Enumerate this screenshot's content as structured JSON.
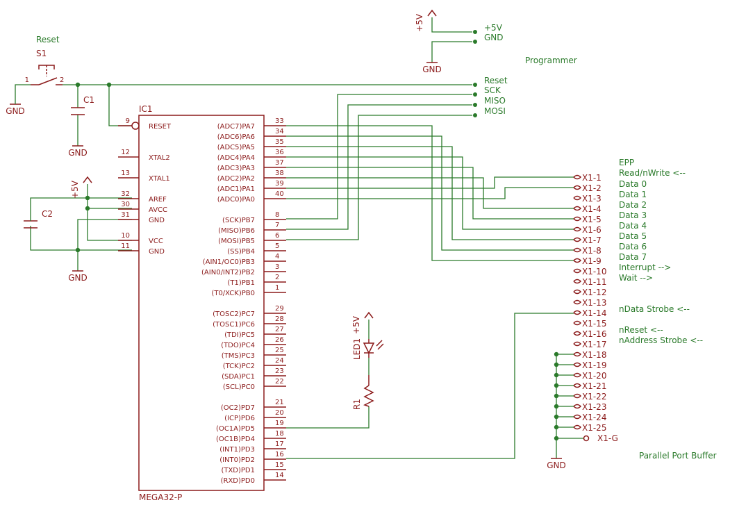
{
  "colors": {
    "wire": "#2a7a2a",
    "symbol": "#8b1a1a"
  },
  "chip": {
    "name": "IC1",
    "value": "MEGA32-P"
  },
  "left_pins": [
    {
      "num": "9",
      "name": "RESET"
    },
    {
      "num": "12",
      "name": "XTAL2"
    },
    {
      "num": "13",
      "name": "XTAL1"
    },
    {
      "num": "32",
      "name": "AREF"
    },
    {
      "num": "30",
      "name": "AVCC"
    },
    {
      "num": "31",
      "name": "GND"
    },
    {
      "num": "10",
      "name": "VCC"
    },
    {
      "num": "11",
      "name": "GND"
    }
  ],
  "right_pins": [
    {
      "num": "33",
      "name": "(ADC7)PA7"
    },
    {
      "num": "34",
      "name": "(ADC6)PA6"
    },
    {
      "num": "35",
      "name": "(ADC5)PA5"
    },
    {
      "num": "36",
      "name": "(ADC4)PA4"
    },
    {
      "num": "37",
      "name": "(ADC3)PA3"
    },
    {
      "num": "38",
      "name": "(ADC2)PA2"
    },
    {
      "num": "39",
      "name": "(ADC1)PA1"
    },
    {
      "num": "40",
      "name": "(ADC0)PA0"
    },
    {
      "num": "8",
      "name": "(SCK)PB7"
    },
    {
      "num": "7",
      "name": "(MISO)PB6"
    },
    {
      "num": "6",
      "name": "(MOSI)PB5"
    },
    {
      "num": "5",
      "name": "(SS)PB4"
    },
    {
      "num": "4",
      "name": "(AIN1/OC0)PB3"
    },
    {
      "num": "3",
      "name": "(AIN0/INT2)PB2"
    },
    {
      "num": "2",
      "name": "(T1)PB1"
    },
    {
      "num": "1",
      "name": "(T0/XCK)PB0"
    },
    {
      "num": "29",
      "name": "(TOSC2)PC7"
    },
    {
      "num": "28",
      "name": "(TOSC1)PC6"
    },
    {
      "num": "27",
      "name": "(TDI)PC5"
    },
    {
      "num": "26",
      "name": "(TDO)PC4"
    },
    {
      "num": "25",
      "name": "(TMS)PC3"
    },
    {
      "num": "24",
      "name": "(TCK)PC2"
    },
    {
      "num": "23",
      "name": "(SDA)PC1"
    },
    {
      "num": "22",
      "name": "(SCL)PC0"
    },
    {
      "num": "21",
      "name": "(OC2)PD7"
    },
    {
      "num": "20",
      "name": "(ICP)PD6"
    },
    {
      "num": "19",
      "name": "(OC1A)PD5"
    },
    {
      "num": "18",
      "name": "(OC1B)PD4"
    },
    {
      "num": "17",
      "name": "(INT1)PD3"
    },
    {
      "num": "16",
      "name": "(INT0)PD2"
    },
    {
      "num": "15",
      "name": "(TXD)PD1"
    },
    {
      "num": "14",
      "name": "(RXD)PD0"
    }
  ],
  "connector_pins": [
    "X1-1",
    "X1-2",
    "X1-3",
    "X1-4",
    "X1-5",
    "X1-6",
    "X1-7",
    "X1-8",
    "X1-9",
    "X1-10",
    "X1-11",
    "X1-12",
    "X1-13",
    "X1-14",
    "X1-15",
    "X1-16",
    "X1-17",
    "X1-18",
    "X1-19",
    "X1-20",
    "X1-21",
    "X1-22",
    "X1-23",
    "X1-24",
    "X1-25"
  ],
  "connector_ground": "X1-G",
  "connector_signals": [
    "EPP",
    "Read/nWrite <--",
    "Data 0",
    "Data 1",
    "Data 2",
    "Data 3",
    "Data 4",
    "Data 5",
    "Data 6",
    "Data 7",
    "Interrupt  -->",
    "Wait  -->",
    "nData Strobe  <--",
    "nReset  <--",
    "nAddress Strobe  <--"
  ],
  "programmer": {
    "title": "Programmer",
    "pins": [
      "+5V",
      "GND",
      "Reset",
      "SCK",
      "MISO",
      "MOSI"
    ]
  },
  "labels": {
    "reset_title": "Reset",
    "s1": "S1",
    "s1_pin1": "1",
    "s1_pin2": "2",
    "c1": "C1",
    "c2": "C2",
    "gnd": "GND",
    "vcc": "+5V",
    "led1": "LED1",
    "r1": "R1",
    "buffer_title": "Parallel Port Buffer"
  }
}
